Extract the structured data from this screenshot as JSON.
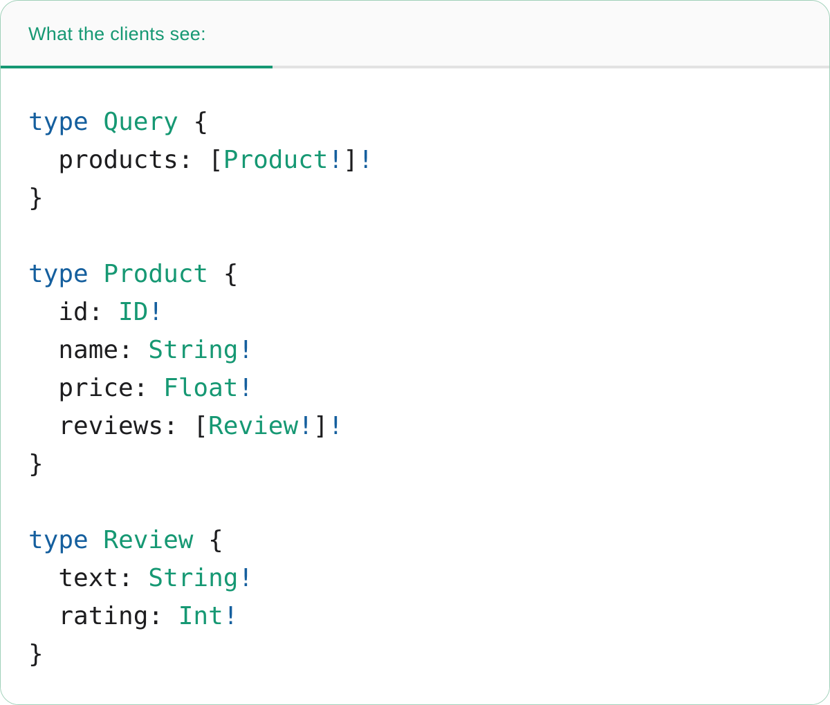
{
  "colors": {
    "teal": "#169873",
    "blue": "#155f9e",
    "ink": "#1d1d1f",
    "divider": "#e2e2e2",
    "header_bg": "#fafafa",
    "card_border": "#9fd0b8",
    "page_bg": "#ffffff"
  },
  "tab": {
    "label": "What the clients see:"
  },
  "code": {
    "language": "graphql-schema",
    "lines": [
      [
        {
          "t": "type",
          "c": "blue"
        },
        {
          "t": " ",
          "c": "dark"
        },
        {
          "t": "Query",
          "c": "teal"
        },
        {
          "t": " {",
          "c": "dark"
        }
      ],
      [
        {
          "t": "  products: [",
          "c": "dark"
        },
        {
          "t": "Product",
          "c": "teal"
        },
        {
          "t": "!",
          "c": "blue"
        },
        {
          "t": "]",
          "c": "dark"
        },
        {
          "t": "!",
          "c": "blue"
        }
      ],
      [
        {
          "t": "}",
          "c": "dark"
        }
      ],
      [],
      [
        {
          "t": "type",
          "c": "blue"
        },
        {
          "t": " ",
          "c": "dark"
        },
        {
          "t": "Product",
          "c": "teal"
        },
        {
          "t": " {",
          "c": "dark"
        }
      ],
      [
        {
          "t": "  id: ",
          "c": "dark"
        },
        {
          "t": "ID",
          "c": "teal"
        },
        {
          "t": "!",
          "c": "blue"
        }
      ],
      [
        {
          "t": "  name: ",
          "c": "dark"
        },
        {
          "t": "String",
          "c": "teal"
        },
        {
          "t": "!",
          "c": "blue"
        }
      ],
      [
        {
          "t": "  price: ",
          "c": "dark"
        },
        {
          "t": "Float",
          "c": "teal"
        },
        {
          "t": "!",
          "c": "blue"
        }
      ],
      [
        {
          "t": "  reviews: [",
          "c": "dark"
        },
        {
          "t": "Review",
          "c": "teal"
        },
        {
          "t": "!",
          "c": "blue"
        },
        {
          "t": "]",
          "c": "dark"
        },
        {
          "t": "!",
          "c": "blue"
        }
      ],
      [
        {
          "t": "}",
          "c": "dark"
        }
      ],
      [],
      [
        {
          "t": "type",
          "c": "blue"
        },
        {
          "t": " ",
          "c": "dark"
        },
        {
          "t": "Review",
          "c": "teal"
        },
        {
          "t": " {",
          "c": "dark"
        }
      ],
      [
        {
          "t": "  text: ",
          "c": "dark"
        },
        {
          "t": "String",
          "c": "teal"
        },
        {
          "t": "!",
          "c": "blue"
        }
      ],
      [
        {
          "t": "  rating: ",
          "c": "dark"
        },
        {
          "t": "Int",
          "c": "teal"
        },
        {
          "t": "!",
          "c": "blue"
        }
      ],
      [
        {
          "t": "}",
          "c": "dark"
        }
      ]
    ]
  }
}
